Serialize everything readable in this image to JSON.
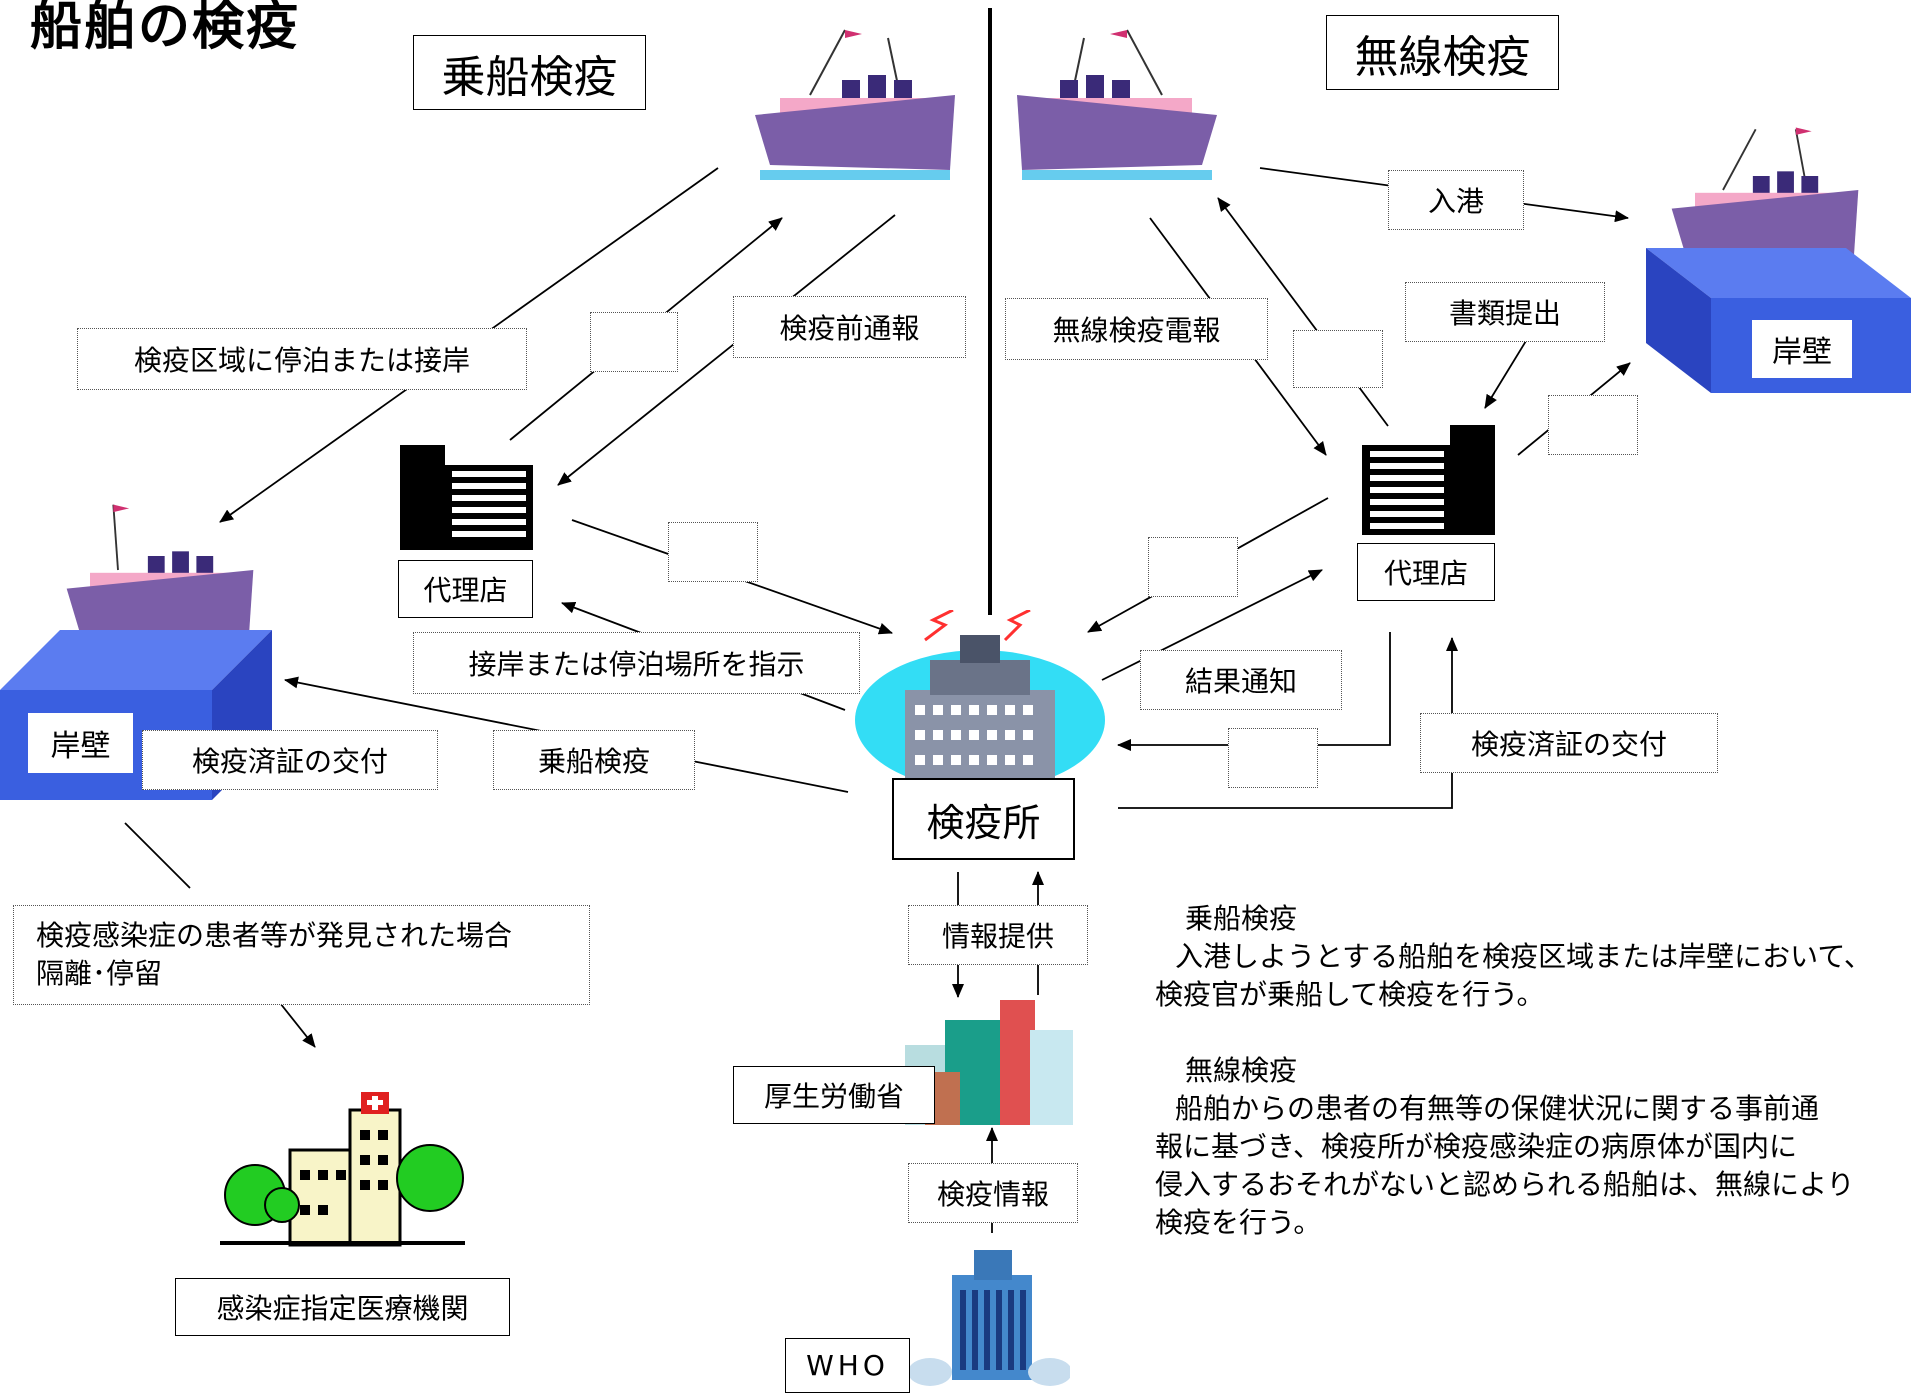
{
  "title": "船舶の検疫",
  "headers": {
    "boarding": "乗船検疫",
    "radio": "無線検疫"
  },
  "nodes": {
    "quarantine_station": "検疫所",
    "agent": "代理店",
    "pier": "岸壁",
    "mhlw": "厚生労働省",
    "who": "WHO",
    "hospital": "感染症指定医療機関"
  },
  "labels": {
    "anchor_or_berth": "検疫区域に停泊または接岸",
    "pre_notice": "検疫前通報",
    "berth_instruction": "接岸または停泊場所を指示",
    "certificate": "検疫済証の交付",
    "boarding_inspection": "乗船検疫",
    "patient_found_1": "検疫感染症の患者等が発見された場合",
    "patient_found_2": "隔離･停留",
    "info_provision": "情報提供",
    "quarantine_info": "検疫情報",
    "radio_telegram": "無線検疫電報",
    "entry": "入港",
    "documents": "書類提出",
    "result_notice": "結果通知",
    "certificate_right": "検疫済証の交付"
  },
  "description": {
    "boarding_heading": "乗船検疫",
    "boarding_line1": "入港しようとする船舶を検疫区域または岸壁において、",
    "boarding_line2": "検疫官が乗船して検疫を行う。",
    "radio_heading": "無線検疫",
    "radio_line1": "船舶からの患者の有無等の保健状況に関する事前通",
    "radio_line2": "報に基づき、検疫所が検疫感染症の病原体が国内に",
    "radio_line3": "侵入するおそれがないと認められる船舶は、無線により",
    "radio_line4": "検疫を行う。"
  },
  "colors": {
    "ship_hull": "#7b5ea8",
    "pier_blue": "#3a5fe0",
    "station_halo": "#33ddf5",
    "tree_green": "#22cc22"
  }
}
